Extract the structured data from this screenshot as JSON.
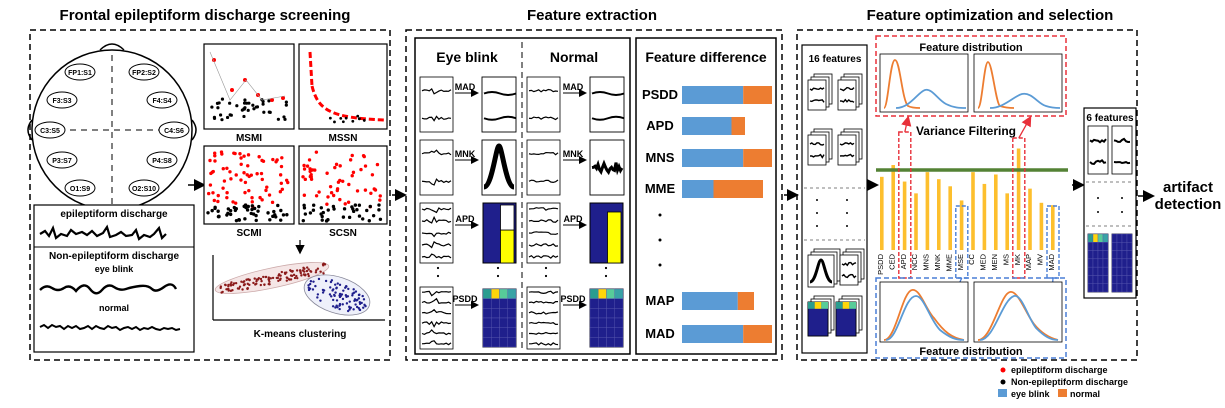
{
  "sections": {
    "screening": "Frontal epileptiform discharge screening",
    "extraction": "Feature extraction",
    "optimization": "Feature optimization and selection"
  },
  "electrodes": [
    "FP1:S1",
    "FP2:S2",
    "F3:S3",
    "F4:S4",
    "C3:S5",
    "C4:S6",
    "P3:S7",
    "P4:S8",
    "O1:S9",
    "O2:S10"
  ],
  "waveforms": {
    "epileptiform": "epileptiform discharge",
    "non_epileptiform": "Non-epileptiform discharge",
    "eye_blink": "eye blink",
    "normal": "normal"
  },
  "scatter_labels": {
    "msmi": "MSMI",
    "mssn": "MSSN",
    "scmi": "SCMI",
    "scsn": "SCSN"
  },
  "clustering_label": "K-means clustering",
  "extraction": {
    "eye_blink": "Eye blink",
    "normal": "Normal",
    "feature_diff_title": "Feature difference",
    "row_labels": [
      "MAD",
      "MNK",
      "APD",
      "PSDD"
    ]
  },
  "feature_difference": [
    {
      "label": "PSDD",
      "blue": 0.68,
      "orange": 0.32
    },
    {
      "label": "APD",
      "blue": 0.55,
      "orange": 0.15
    },
    {
      "label": "MNS",
      "blue": 0.68,
      "orange": 0.32
    },
    {
      "label": "MME",
      "blue": 0.35,
      "orange": 0.55
    },
    {
      "label": "MAP",
      "blue": 0.62,
      "orange": 0.18
    },
    {
      "label": "MAD",
      "blue": 0.68,
      "orange": 0.32
    }
  ],
  "optimization": {
    "sixteen_features": "16 features",
    "six_features": "6 features",
    "feature_distribution_top": "Feature distribution",
    "feature_distribution_bottom": "Feature distribution",
    "variance_filtering": "Variance Filtering",
    "feature_names": [
      "PSDD",
      "CED",
      "APD",
      "NCC",
      "MNS",
      "MNK",
      "MME",
      "MSE",
      "CC",
      "MED",
      "MEN",
      "MS",
      "MK",
      "MAP",
      "MV",
      "MAD"
    ],
    "variance_values": [
      0.62,
      0.72,
      0.58,
      0.48,
      0.66,
      0.6,
      0.54,
      0.42,
      0.66,
      0.56,
      0.64,
      0.48,
      0.86,
      0.52,
      0.4,
      0.38
    ]
  },
  "output": "artifact detection",
  "legend": {
    "epileptiform": "epileptiform discharge",
    "non_epileptiform": "Non-epileptiform discharge",
    "eye_blink": "eye blink",
    "normal": "normal"
  },
  "colors": {
    "blue": "#5b9bd5",
    "orange": "#ed7d31",
    "yellow": "#fdbf2d",
    "green": "#548235",
    "red": "#ff0000",
    "navy": "#1f1f8c",
    "dashed_red": "#e8303a",
    "dashed_blue": "#4a7fd6"
  }
}
